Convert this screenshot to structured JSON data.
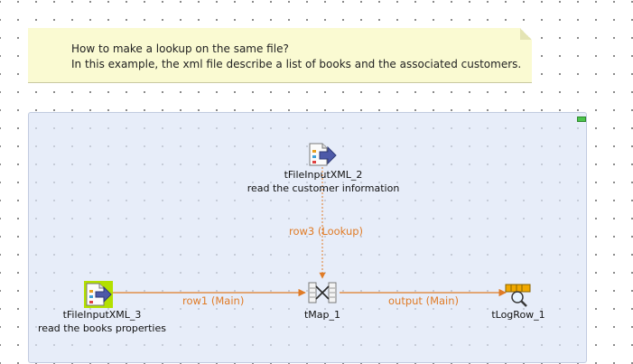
{
  "note": {
    "line1": "How to make a lookup on the same file?",
    "line2": "In this example, the xml file describe a list of books and the associated customers."
  },
  "components": {
    "customers": {
      "name": "tFileInputXML_2",
      "description": "read the customer information",
      "icon": "file-input-xml-icon"
    },
    "books": {
      "name": "tFileInputXML_3",
      "description": "read the books properties",
      "icon": "file-input-xml-icon"
    },
    "map": {
      "name": "tMap_1",
      "icon": "tmap-icon"
    },
    "log": {
      "name": "tLogRow_1",
      "icon": "logrow-icon"
    }
  },
  "links": {
    "lookup": "row3 (Lookup)",
    "main": "row1 (Main)",
    "output": "output (Main)"
  },
  "colors": {
    "link": "#e07b26",
    "note": "#fafad2",
    "subjob": "#dee6f6"
  }
}
